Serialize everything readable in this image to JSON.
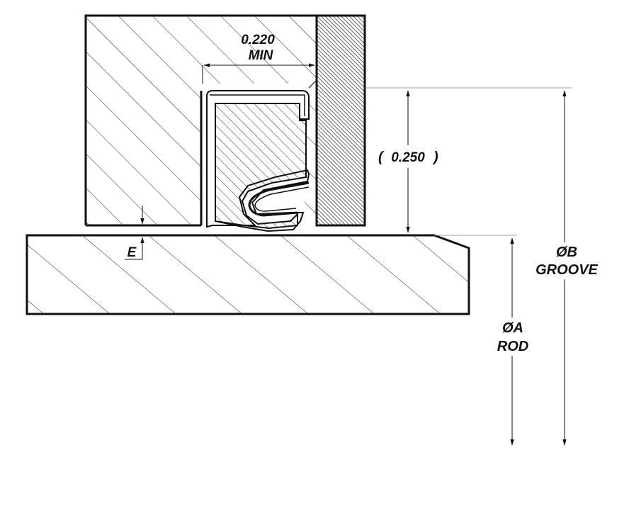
{
  "diagram": {
    "labels": {
      "min_gap_value": "0.220",
      "min_gap_suffix": "MIN",
      "height_ref": "0.250",
      "extrusion_gap": "E",
      "groove_dia_symbol": "ØB",
      "groove_dia_name": "GROOVE",
      "rod_dia_symbol": "ØA",
      "rod_dia_name": "ROD"
    },
    "colors": {
      "line": "#111111",
      "hatch": "#222222",
      "background": "#ffffff",
      "extension_line": "#888888"
    }
  }
}
